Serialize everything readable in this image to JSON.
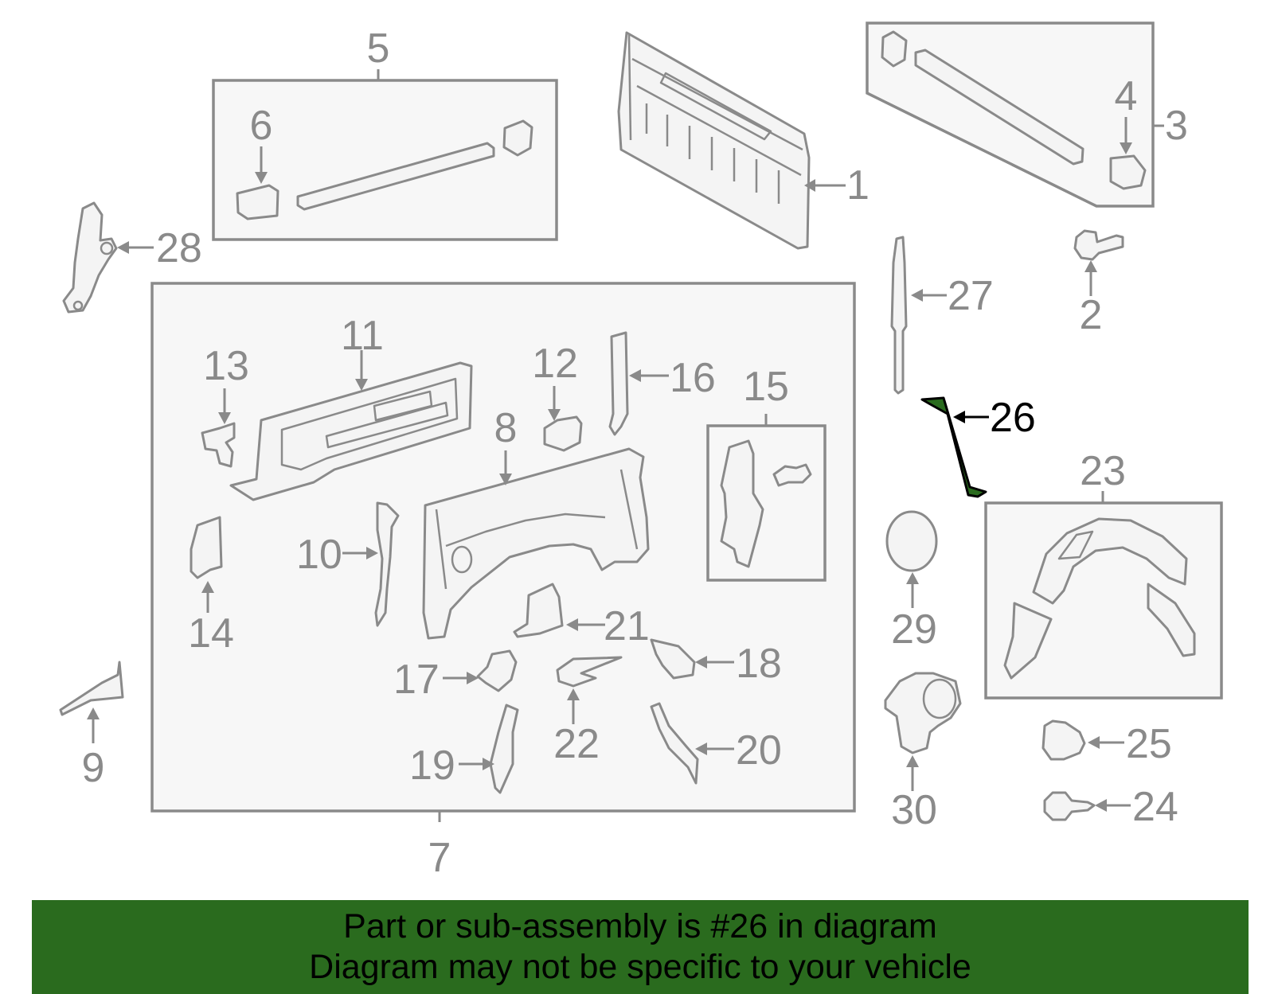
{
  "diagram": {
    "highlight_color": "#2a6b1e",
    "line_color": "#8a8a8a",
    "highlighted_callout": "26",
    "callouts": {
      "c1": "1",
      "c2": "2",
      "c3": "3",
      "c4": "4",
      "c5": "5",
      "c6": "6",
      "c7": "7",
      "c8": "8",
      "c9": "9",
      "c10": "10",
      "c11": "11",
      "c12": "12",
      "c13": "13",
      "c14": "14",
      "c15": "15",
      "c16": "16",
      "c17": "17",
      "c18": "18",
      "c19": "19",
      "c20": "20",
      "c21": "21",
      "c22": "22",
      "c23": "23",
      "c24": "24",
      "c25": "25",
      "c26": "26",
      "c27": "27",
      "c28": "28",
      "c29": "29",
      "c30": "30"
    }
  },
  "banner": {
    "line1": "Part or sub-assembly is #26 in diagram",
    "line2": "Diagram may not be specific to your vehicle",
    "background": "#2a6b1e"
  }
}
